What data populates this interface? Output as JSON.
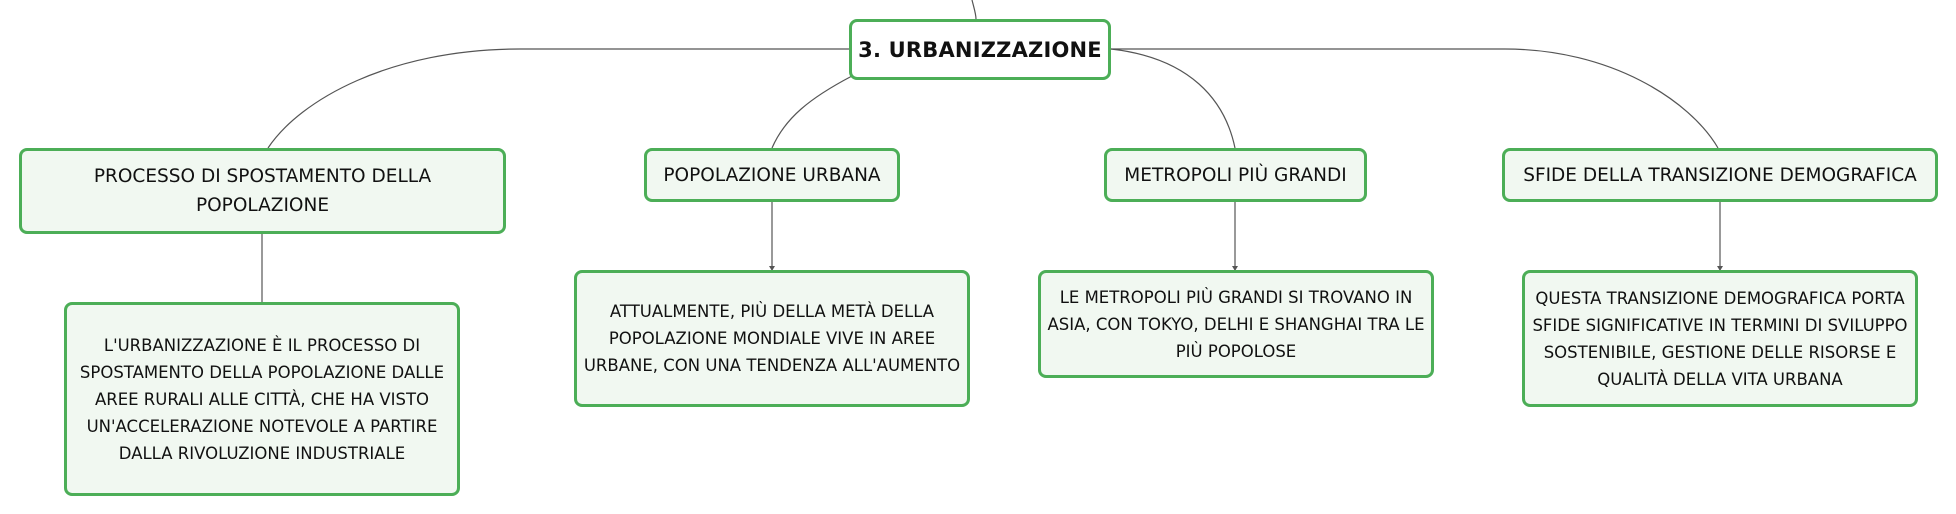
{
  "diagram": {
    "root": {
      "label": "3. URBANIZZAZIONE"
    },
    "branches": [
      {
        "label": "PROCESSO DI SPOSTAMENTO DELLA POPOLAZIONE",
        "detail": "L'URBANIZZAZIONE È IL PROCESSO DI SPOSTAMENTO DELLA POPOLAZIONE DALLE AREE RURALI ALLE CITTÀ, CHE HA VISTO UN'ACCELERAZIONE NOTEVOLE A PARTIRE DALLA RIVOLUZIONE INDUSTRIALE"
      },
      {
        "label": "POPOLAZIONE URBANA",
        "detail": "ATTUALMENTE, PIÙ DELLA METÀ DELLA POPOLAZIONE MONDIALE VIVE IN AREE URBANE, CON UNA TENDENZA ALL'AUMENTO"
      },
      {
        "label": "METROPOLI PIÙ GRANDI",
        "detail": "LE METROPOLI PIÙ GRANDI SI TROVANO IN ASIA, CON TOKYO, DELHI E SHANGHAI TRA LE PIÙ POPOLOSE"
      },
      {
        "label": "SFIDE DELLA TRANSIZIONE DEMOGRAFICA",
        "detail": "QUESTA TRANSIZIONE DEMOGRAFICA PORTA SFIDE SIGNIFICATIVE IN TERMINI DI SVILUPPO SOSTENIBILE, GESTIONE DELLE RISORSE E QUALITÀ DELLA VITA URBANA"
      }
    ],
    "colors": {
      "node_border": "#4cae57",
      "node_fill": "#f1f8f1",
      "connector": "#555555"
    }
  }
}
